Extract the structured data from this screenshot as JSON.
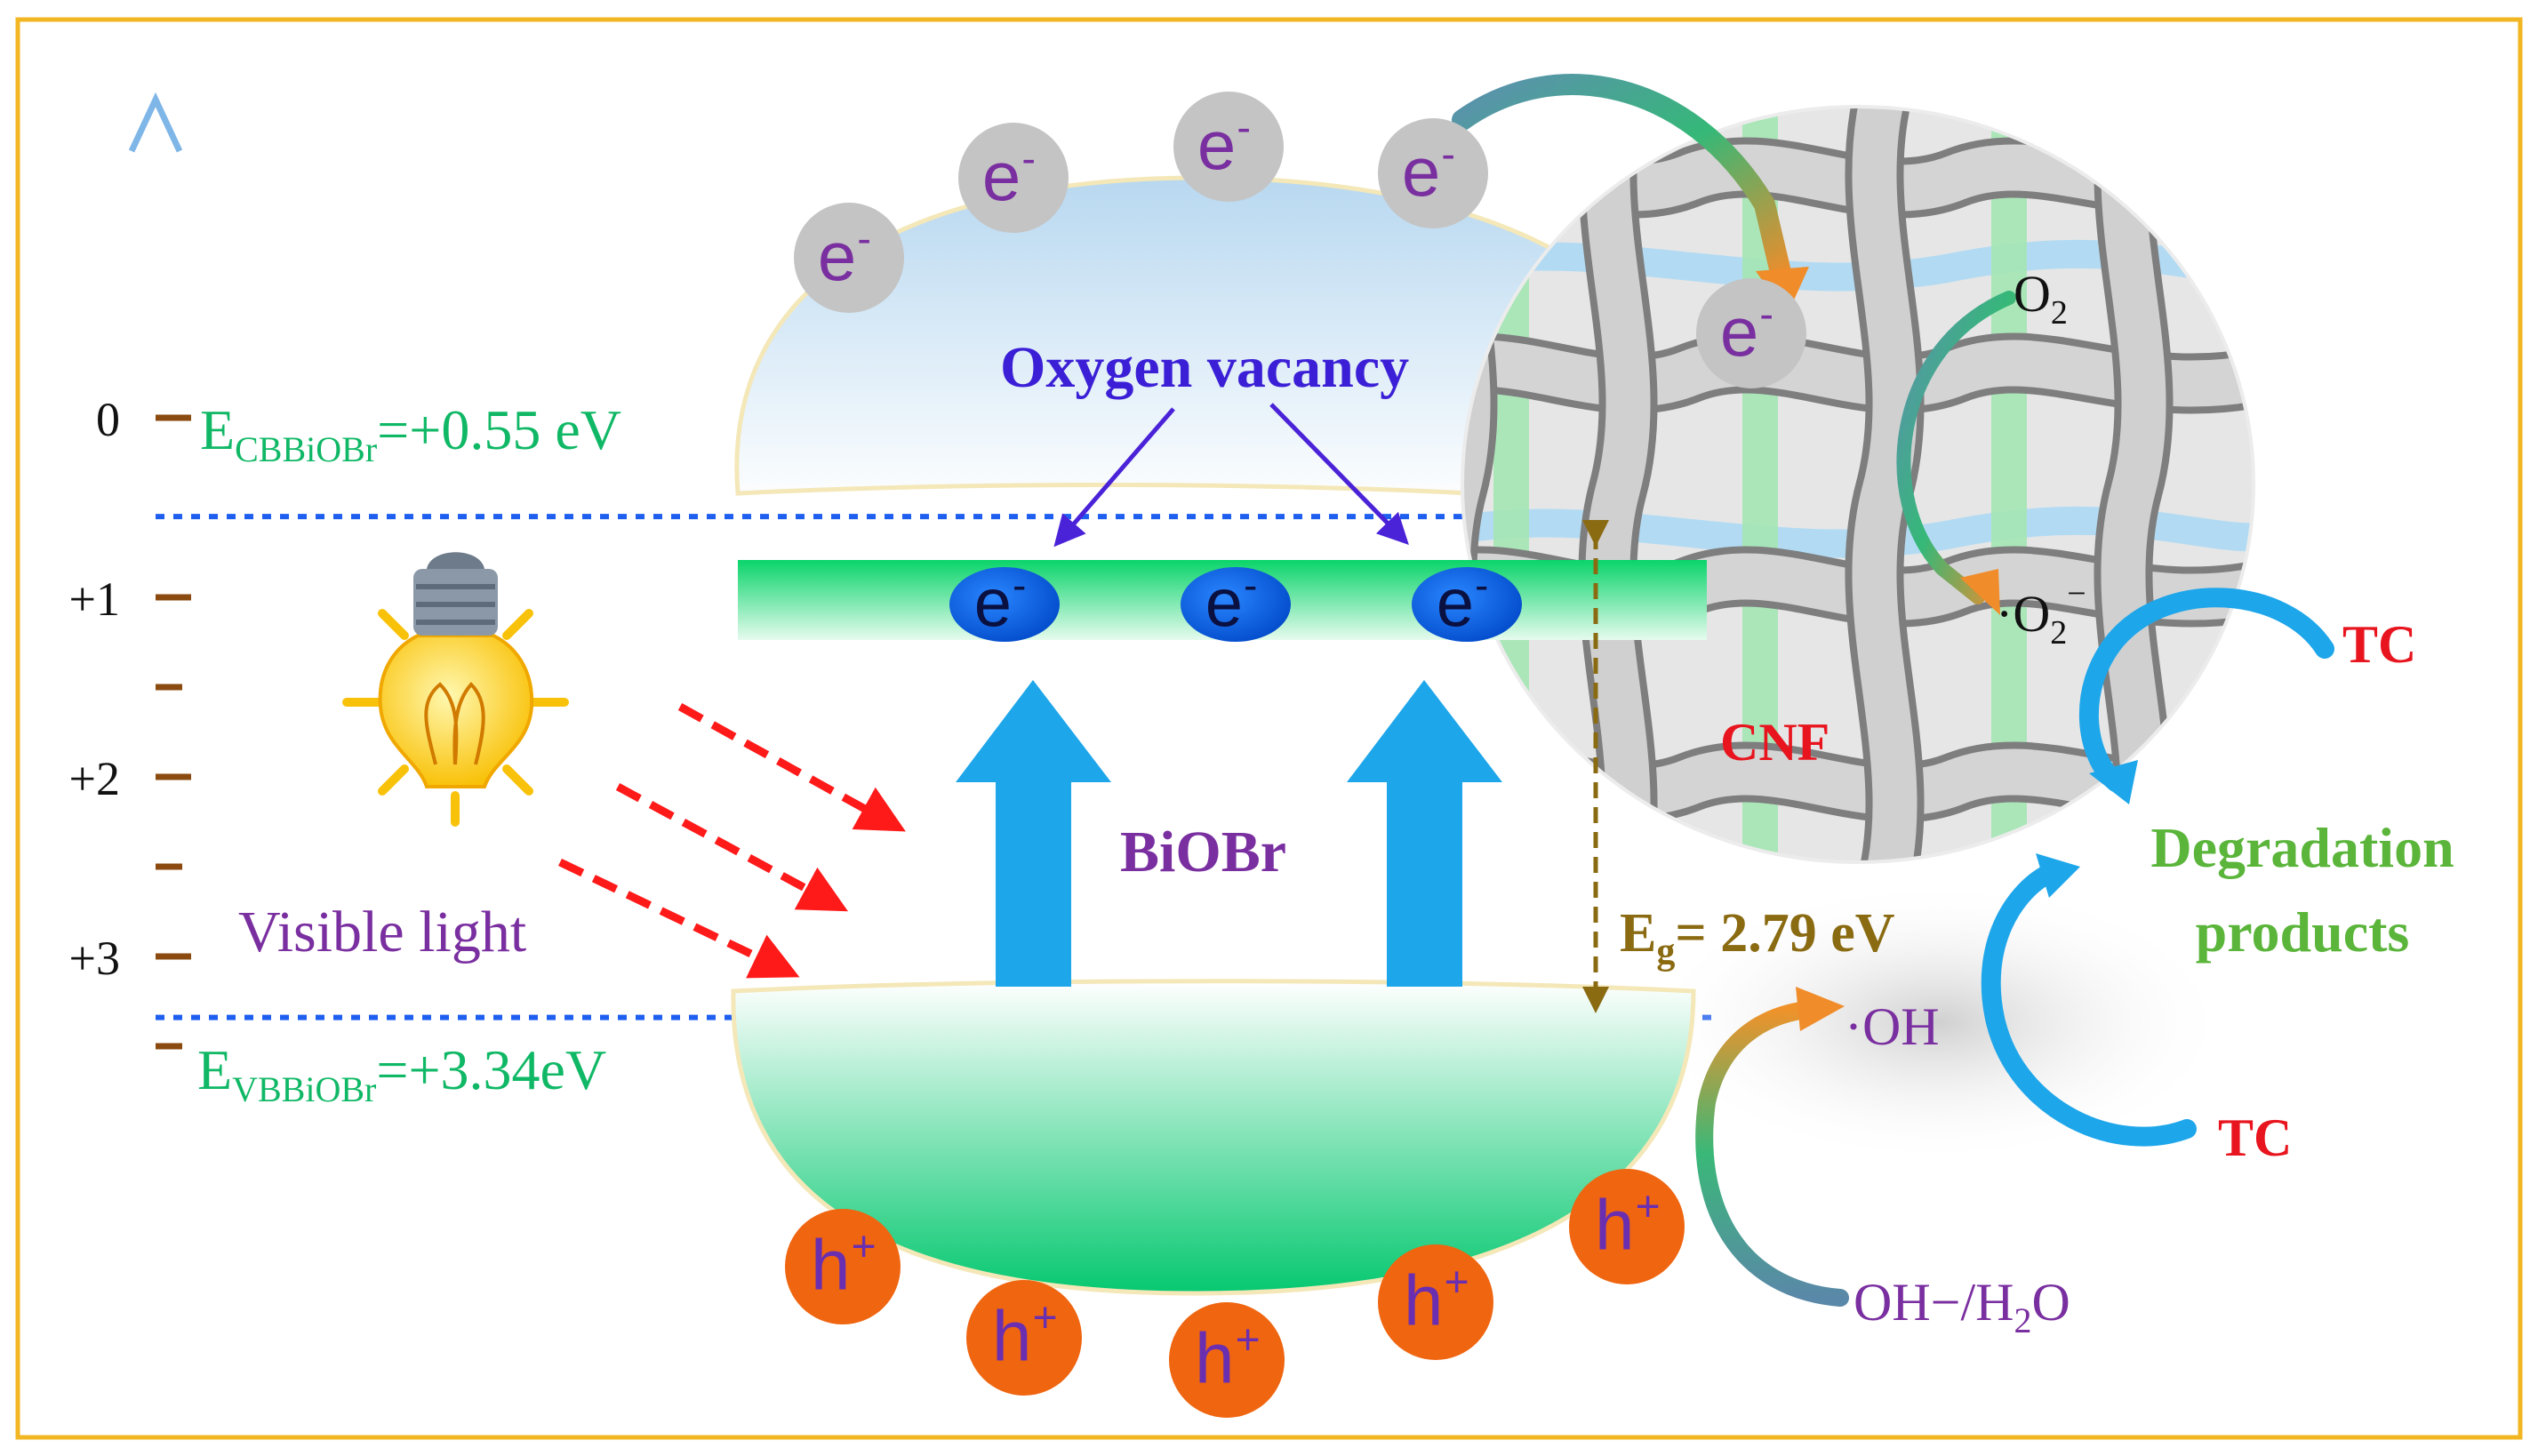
{
  "axis": {
    "ticks": [
      {
        "label": "0",
        "value": 0
      },
      {
        "label": "+1",
        "value": 1
      },
      {
        "label": "+2",
        "value": 2
      },
      {
        "label": "+3",
        "value": 3
      }
    ]
  },
  "bands": {
    "cb": {
      "prefix": "E",
      "sub": "CBBiOBr",
      "suffix": "=+0.55 eV",
      "value": 0.55
    },
    "vb": {
      "prefix": "E",
      "sub": "VBBiOBr",
      "suffix": "=+3.34eV",
      "value": 3.34
    },
    "eg": {
      "prefix": "E",
      "sub": "g",
      "suffix": "= 2.79 eV"
    }
  },
  "labels": {
    "oxygen_vacancy": "Oxygen vacancy",
    "biobr": "BiOBr",
    "visible_light": "Visible light",
    "cnf": "CNF",
    "degradation_line1": "Degradation",
    "degradation_line2": "products",
    "tc_top": "TC",
    "tc_bottom": "TC",
    "o2": "O",
    "o2_sub": "2",
    "superoxide": "·O",
    "superoxide_sub": "2",
    "superoxide_sup": "−",
    "hydroxyl": "·OH",
    "oh_water_a": "OH−/H",
    "oh_water_sub": "2",
    "oh_water_b": "O"
  },
  "particles": {
    "electron": "e",
    "electron_charge": "-",
    "hole": "h",
    "hole_charge": "+"
  },
  "colors": {
    "green_text": "#10b866",
    "purple_text": "#7a2fa0",
    "blue_text": "#3b1fd6",
    "red_text": "#e8141e",
    "brown_text": "#8a6b12",
    "arrow_blue": "#1ea6ea",
    "hole_orange": "#ef6510",
    "electron_gray": "#c4c4c4",
    "border_yellow": "#f2b622"
  }
}
